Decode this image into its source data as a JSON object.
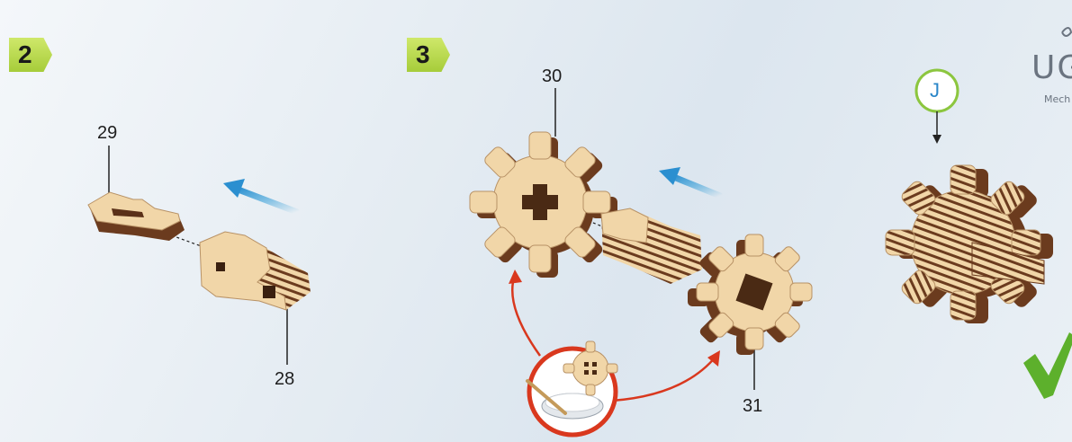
{
  "steps": [
    {
      "number": "2",
      "parts": [
        "29",
        "28"
      ]
    },
    {
      "number": "3",
      "parts": [
        "30",
        "31"
      ]
    }
  ],
  "callout_letter": "J",
  "logo": {
    "text": "UG",
    "subtext": "Mech"
  },
  "colors": {
    "badge_green": "#a6cc3a",
    "wood_light": "#f1d6a8",
    "wood_dark": "#6b3b1e",
    "arrow_blue": "#3aa0d8",
    "glue_red": "#d9381e",
    "check_green": "#5db02c"
  }
}
